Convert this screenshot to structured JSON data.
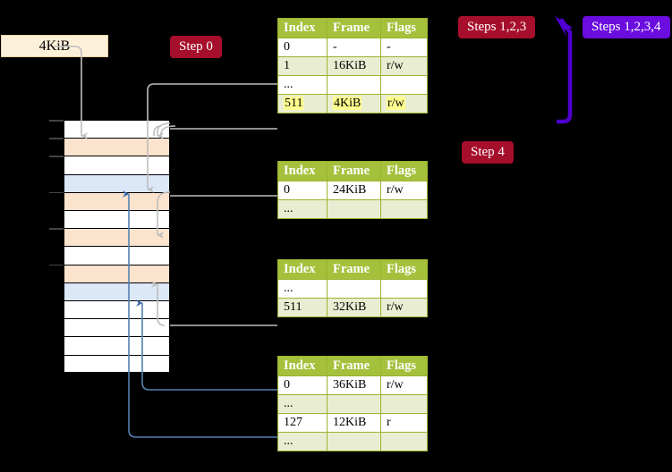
{
  "diagram": {
    "title_labels": {
      "step0": "Step 0",
      "step4": "Step 4",
      "steps123": "Steps 1,2,3",
      "steps1234": "Steps 1,2,3,4",
      "size_box": "4KiB"
    },
    "colors": {
      "badge_red": "#a60f2b",
      "badge_blue": "#6a0dde",
      "table_header": "#a5c13c",
      "table_alt_row": "#e9eed2",
      "table_border": "#9ab32e",
      "highlight": "#ffff8d",
      "mem_peach": "#fce3cd",
      "mem_blue": "#dbe8f8",
      "arrow_gray": "#b9b9b9",
      "arrow_blue": "#5580b0",
      "arrow_purple": "#4f00d0",
      "size_box_bg": "#fdf0d9",
      "size_box_border": "#e8cfa0"
    },
    "columns": [
      "Index",
      "Frame",
      "Flags"
    ],
    "tables": [
      {
        "name": "pml4-table",
        "rows": [
          {
            "index": "0",
            "frame": "-",
            "flags": "-",
            "style": "plain",
            "highlight": false
          },
          {
            "index": "1",
            "frame": "16KiB",
            "flags": "r/w",
            "style": "alt",
            "highlight": false
          },
          {
            "index": "...",
            "frame": "",
            "flags": "",
            "style": "plain",
            "highlight": false
          },
          {
            "index": "511",
            "frame": "4KiB",
            "flags": "r/w",
            "style": "alt",
            "highlight": true
          }
        ]
      },
      {
        "name": "pdpt-table",
        "rows": [
          {
            "index": "0",
            "frame": "24KiB",
            "flags": "r/w",
            "style": "plain",
            "highlight": false
          },
          {
            "index": "...",
            "frame": "",
            "flags": "",
            "style": "alt",
            "highlight": false
          }
        ]
      },
      {
        "name": "pd-table",
        "rows": [
          {
            "index": "...",
            "frame": "",
            "flags": "",
            "style": "plain",
            "highlight": false
          },
          {
            "index": "511",
            "frame": "32KiB",
            "flags": "r/w",
            "style": "alt",
            "highlight": false
          }
        ]
      },
      {
        "name": "pt-table",
        "rows": [
          {
            "index": "0",
            "frame": "36KiB",
            "flags": "r/w",
            "style": "plain",
            "highlight": false
          },
          {
            "index": "...",
            "frame": "",
            "flags": "",
            "style": "alt",
            "highlight": false
          },
          {
            "index": "127",
            "frame": "12KiB",
            "flags": "r",
            "style": "plain",
            "highlight": false
          },
          {
            "index": "...",
            "frame": "",
            "flags": "",
            "style": "alt",
            "highlight": false
          }
        ]
      }
    ],
    "memory_rows": [
      {
        "fill": "white",
        "tick": true
      },
      {
        "fill": "peach",
        "tick": true
      },
      {
        "fill": "white",
        "tick": true
      },
      {
        "fill": "blue",
        "tick": false
      },
      {
        "fill": "peach",
        "tick": true
      },
      {
        "fill": "white",
        "tick": false
      },
      {
        "fill": "peach",
        "tick": true
      },
      {
        "fill": "white",
        "tick": false
      },
      {
        "fill": "peach",
        "tick": true
      },
      {
        "fill": "blue",
        "tick": false
      },
      {
        "fill": "white",
        "tick": false
      },
      {
        "fill": "white",
        "tick": false
      },
      {
        "fill": "white",
        "tick": false
      },
      {
        "fill": "white",
        "tick": false
      }
    ]
  }
}
